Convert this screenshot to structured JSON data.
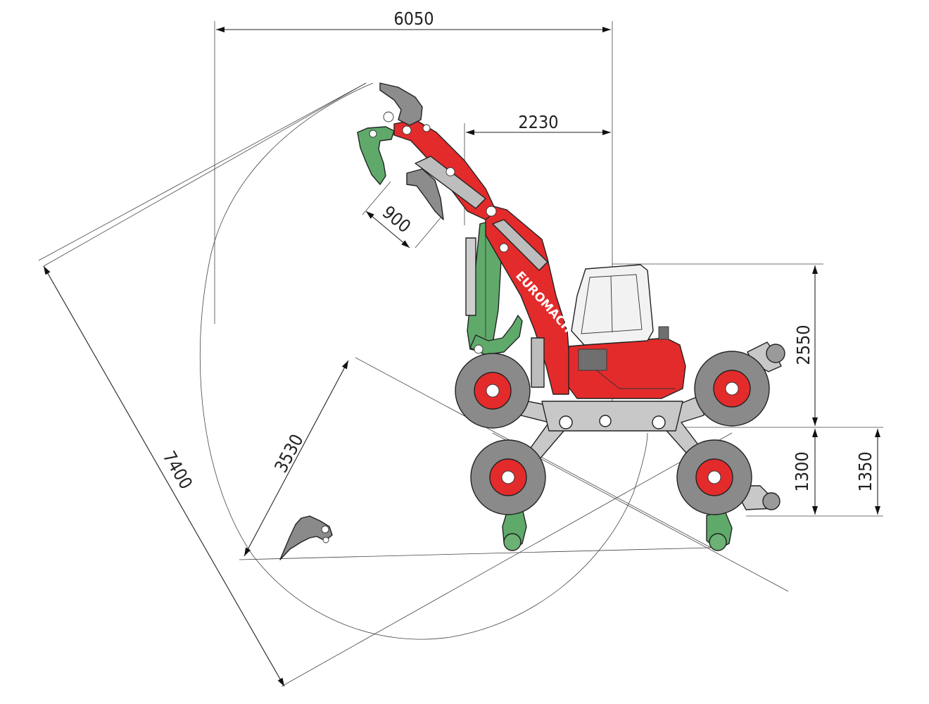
{
  "dimensions": {
    "overall_width": "6050",
    "cab_offset": "2230",
    "bucket_width": "900",
    "dig_radius": "7400",
    "arm_reach": "3530",
    "height": "2550",
    "wheel_drop": "1300",
    "leg_drop": "1350"
  },
  "brand": {
    "name": "EUROMACH"
  },
  "colors": {
    "body_red": "#e32b2b",
    "attachment_green": "#5faa6a",
    "steel_grey": "#b4b4b4",
    "tire_grey": "#8a8a8a",
    "line": "#222222"
  }
}
